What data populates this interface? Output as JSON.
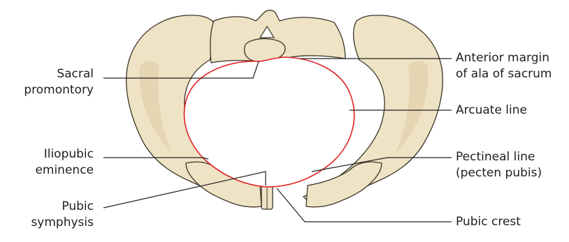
{
  "colors": {
    "bone": "#efe3c5",
    "bone_shadow": "#ddcba4",
    "outline": "#3b3428",
    "inlet": "#e02020",
    "leader": "#222222"
  },
  "labels": {
    "sacral_promontory": [
      "Sacral",
      "promontory"
    ],
    "iliopubic_eminence": [
      "Iliopubic",
      "eminence"
    ],
    "pubic_symphysis": [
      "Pubic",
      "symphysis"
    ],
    "anterior_margin_ala": [
      "Anterior margin",
      "of ala of sacrum"
    ],
    "arcuate_line": [
      "Arcuate line"
    ],
    "pectineal_line": [
      "Pectineal line",
      "(pecten pubis)"
    ],
    "pubic_crest": [
      "Pubic crest"
    ]
  }
}
